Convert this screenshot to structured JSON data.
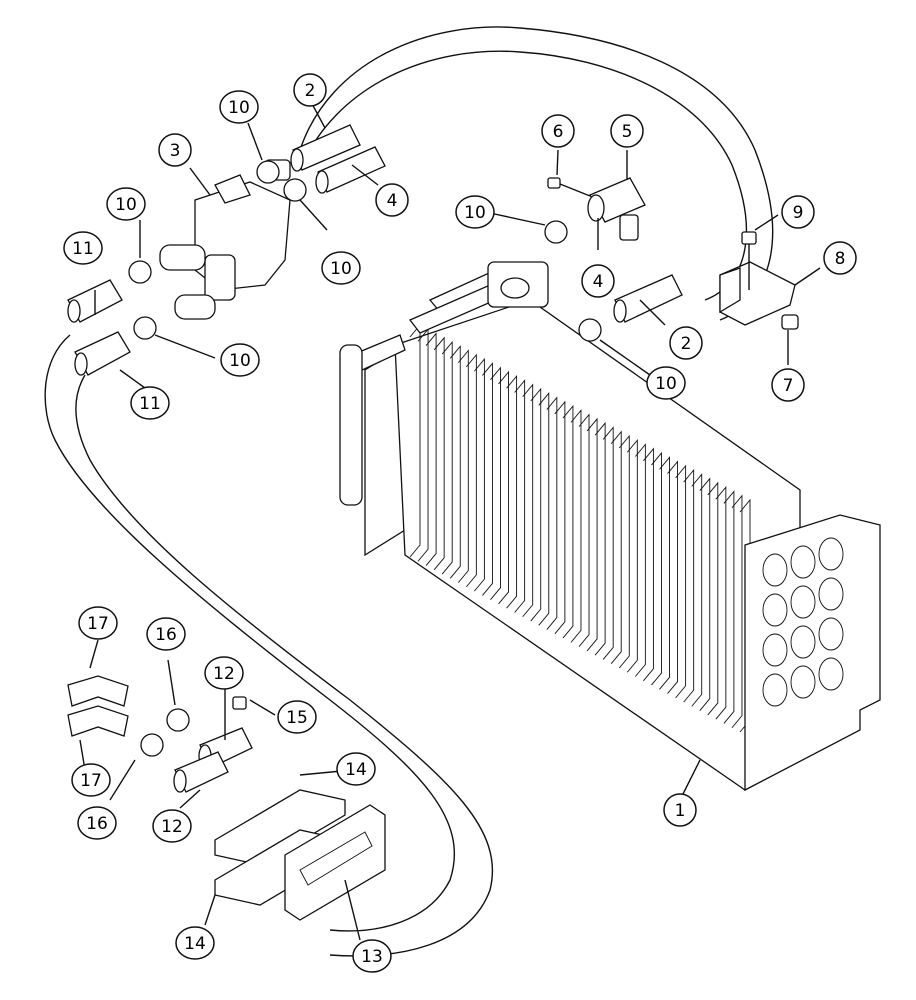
{
  "diagram": {
    "callouts": [
      {
        "label": "1"
      },
      {
        "label": "2"
      },
      {
        "label": "2"
      },
      {
        "label": "3"
      },
      {
        "label": "4"
      },
      {
        "label": "4"
      },
      {
        "label": "5"
      },
      {
        "label": "6"
      },
      {
        "label": "7"
      },
      {
        "label": "8"
      },
      {
        "label": "9"
      },
      {
        "label": "10"
      },
      {
        "label": "10"
      },
      {
        "label": "10"
      },
      {
        "label": "10"
      },
      {
        "label": "10"
      },
      {
        "label": "10"
      },
      {
        "label": "11"
      },
      {
        "label": "11"
      },
      {
        "label": "12"
      },
      {
        "label": "12"
      },
      {
        "label": "13"
      },
      {
        "label": "14"
      },
      {
        "label": "14"
      },
      {
        "label": "15"
      },
      {
        "label": "16"
      },
      {
        "label": "16"
      },
      {
        "label": "17"
      },
      {
        "label": "17"
      }
    ]
  }
}
